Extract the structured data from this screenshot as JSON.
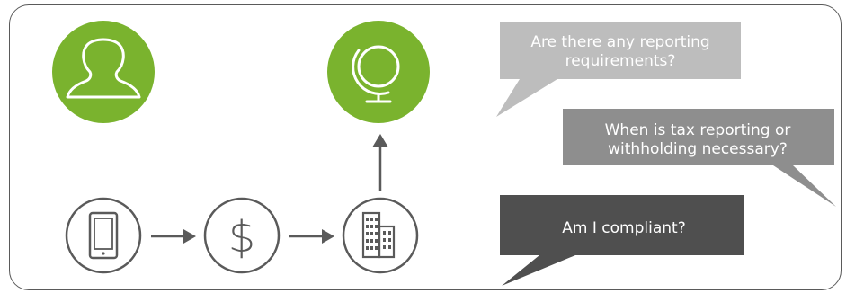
{
  "bubbles": {
    "q1": "Are there any reporting requirements?",
    "q2": "When is tax reporting or withholding necessary?",
    "q3": "Am I compliant?"
  },
  "icons": {
    "person": "person-outline-icon",
    "globe": "globe-icon",
    "phone": "mobile-phone-icon",
    "dollar": "dollar-sign-icon",
    "buildings": "office-buildings-icon"
  },
  "colors": {
    "green": "#7ab32e",
    "bubble_light": "#bdbdbd",
    "bubble_mid": "#8e8e8e",
    "bubble_dark": "#4f4f4f",
    "stroke": "#5a5a5a"
  }
}
